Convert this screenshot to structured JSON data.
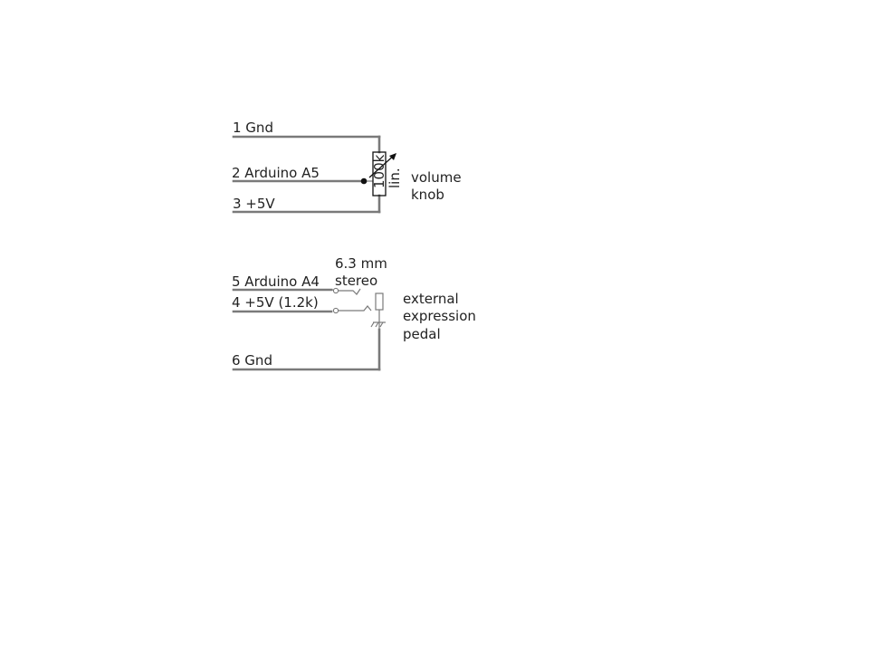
{
  "colors": {
    "wire": "#7a7a7a",
    "ink": "#111111",
    "text": "#222222",
    "background": "#ffffff"
  },
  "volume_knob": {
    "pins": {
      "p1": "1 Gnd",
      "p2": "2 Arduino A5",
      "p3": "3 +5V"
    },
    "resistor_value": "100k",
    "taper": "lin.",
    "label_line1": "volume",
    "label_line2": "knob"
  },
  "expression_pedal": {
    "pins": {
      "p5": "5 Arduino A4",
      "p4": "4 +5V (1.2k)",
      "p6": "6 Gnd"
    },
    "jack_line1": "6.3 mm",
    "jack_line2": "stereo",
    "label_line1": "external",
    "label_line2": "expression",
    "label_line3": "pedal"
  }
}
